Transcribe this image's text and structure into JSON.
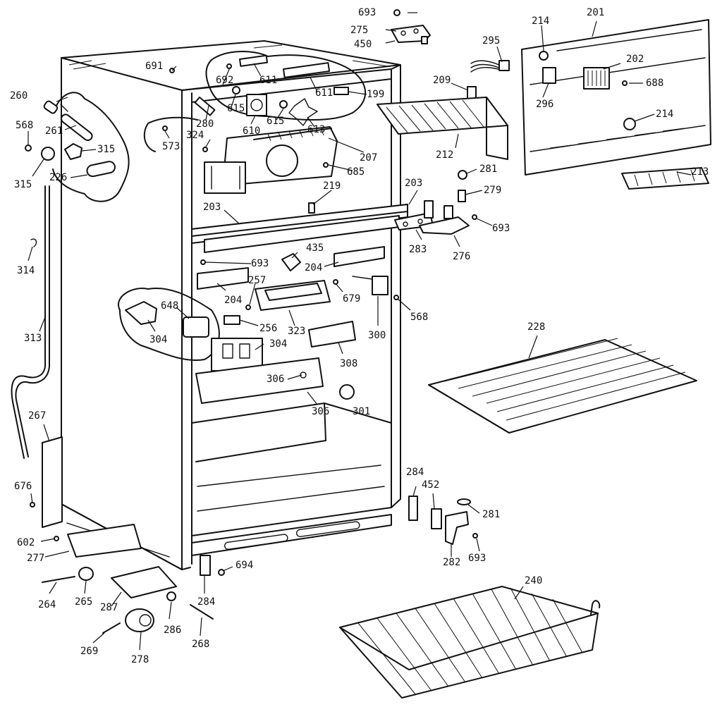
{
  "parts": [
    {
      "id": "p693a",
      "num": "693"
    },
    {
      "id": "p275",
      "num": "275"
    },
    {
      "id": "p450",
      "num": "450"
    },
    {
      "id": "p214a",
      "num": "214"
    },
    {
      "id": "p201",
      "num": "201"
    },
    {
      "id": "p295",
      "num": "295"
    },
    {
      "id": "p202",
      "num": "202"
    },
    {
      "id": "p691",
      "num": "691"
    },
    {
      "id": "p692",
      "num": "692"
    },
    {
      "id": "p611a",
      "num": "611"
    },
    {
      "id": "p611b",
      "num": "611"
    },
    {
      "id": "p199",
      "num": "199"
    },
    {
      "id": "p209",
      "num": "209"
    },
    {
      "id": "p688",
      "num": "688"
    },
    {
      "id": "p296",
      "num": "296"
    },
    {
      "id": "p214b",
      "num": "214"
    },
    {
      "id": "p260",
      "num": "260"
    },
    {
      "id": "p615a",
      "num": "615"
    },
    {
      "id": "p280",
      "num": "280"
    },
    {
      "id": "p615b",
      "num": "615"
    },
    {
      "id": "p610",
      "num": "610"
    },
    {
      "id": "p613",
      "num": "613"
    },
    {
      "id": "p568a",
      "num": "568"
    },
    {
      "id": "p261",
      "num": "261"
    },
    {
      "id": "p324",
      "num": "324"
    },
    {
      "id": "p573",
      "num": "573"
    },
    {
      "id": "p315a",
      "num": "315"
    },
    {
      "id": "p207",
      "num": "207"
    },
    {
      "id": "p212",
      "num": "212"
    },
    {
      "id": "p315b",
      "num": "315"
    },
    {
      "id": "p226",
      "num": "226"
    },
    {
      "id": "p685",
      "num": "685"
    },
    {
      "id": "p281a",
      "num": "281"
    },
    {
      "id": "p213",
      "num": "213"
    },
    {
      "id": "p219",
      "num": "219"
    },
    {
      "id": "p203a",
      "num": "203"
    },
    {
      "id": "p279",
      "num": "279"
    },
    {
      "id": "p203b",
      "num": "203"
    },
    {
      "id": "p693b",
      "num": "693"
    },
    {
      "id": "p283",
      "num": "283"
    },
    {
      "id": "p314",
      "num": "314"
    },
    {
      "id": "p435",
      "num": "435"
    },
    {
      "id": "p276",
      "num": "276"
    },
    {
      "id": "p693c",
      "num": "693"
    },
    {
      "id": "p204a",
      "num": "204"
    },
    {
      "id": "p257",
      "num": "257"
    },
    {
      "id": "p679",
      "num": "679"
    },
    {
      "id": "p204b",
      "num": "204"
    },
    {
      "id": "p648",
      "num": "648"
    },
    {
      "id": "p568b",
      "num": "568"
    },
    {
      "id": "p323",
      "num": "323"
    },
    {
      "id": "p256",
      "num": "256"
    },
    {
      "id": "p228",
      "num": "228"
    },
    {
      "id": "p300",
      "num": "300"
    },
    {
      "id": "p313",
      "num": "313"
    },
    {
      "id": "p304a",
      "num": "304"
    },
    {
      "id": "p304b",
      "num": "304"
    },
    {
      "id": "p308",
      "num": "308"
    },
    {
      "id": "p306a",
      "num": "306"
    },
    {
      "id": "p306b",
      "num": "306"
    },
    {
      "id": "p301",
      "num": "301"
    },
    {
      "id": "p267",
      "num": "267"
    },
    {
      "id": "p284a",
      "num": "284"
    },
    {
      "id": "p452",
      "num": "452"
    },
    {
      "id": "p676",
      "num": "676"
    },
    {
      "id": "p281b",
      "num": "281"
    },
    {
      "id": "p602",
      "num": "602"
    },
    {
      "id": "p277",
      "num": "277"
    },
    {
      "id": "p282",
      "num": "282"
    },
    {
      "id": "p693d",
      "num": "693"
    },
    {
      "id": "p694",
      "num": "694"
    },
    {
      "id": "p240",
      "num": "240"
    },
    {
      "id": "p284b",
      "num": "284"
    },
    {
      "id": "p264",
      "num": "264"
    },
    {
      "id": "p265",
      "num": "265"
    },
    {
      "id": "p287",
      "num": "287"
    },
    {
      "id": "p286",
      "num": "286"
    },
    {
      "id": "p269",
      "num": "269"
    },
    {
      "id": "p268",
      "num": "268"
    },
    {
      "id": "p278",
      "num": "278"
    }
  ]
}
